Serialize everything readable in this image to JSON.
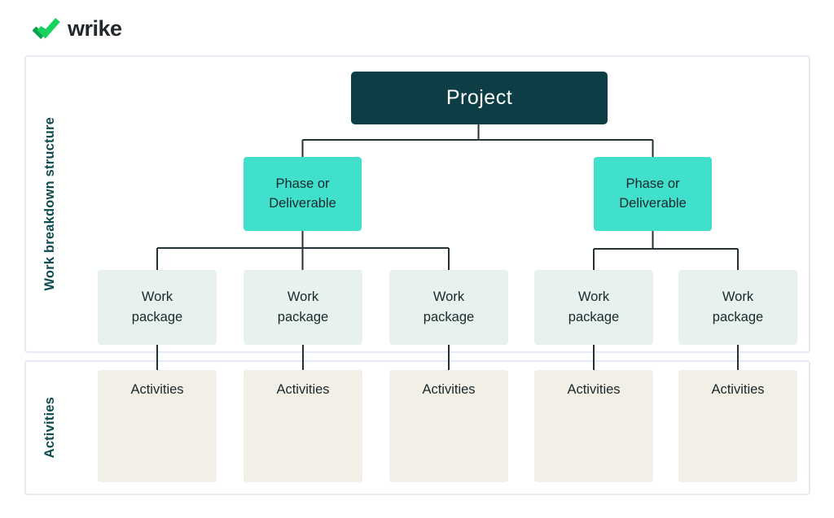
{
  "brand": {
    "name": "wrike"
  },
  "sections": {
    "wbs_label": "Work breakdown structure",
    "activities_label": "Activities"
  },
  "nodes": {
    "project": "Project",
    "phases": [
      "Phase or Deliverable",
      "Phase or Deliverable"
    ],
    "work_packages": [
      "Work package",
      "Work package",
      "Work package",
      "Work package",
      "Work package"
    ],
    "activities": [
      "Activities",
      "Activities",
      "Activities",
      "Activities",
      "Activities"
    ]
  },
  "icons": {
    "logo_mark": "wrike-double-check-icon"
  },
  "colors": {
    "project_box": "#0e3e45",
    "phase_box": "#40e0cd",
    "work_package_box": "#e7f1ee",
    "activities_box": "#f2efe7",
    "connector": "#233335",
    "panel_border": "#e9e9f5",
    "side_label": "#0f4b52",
    "node_text": "#1a282b",
    "project_text": "#ffffff",
    "brand_text": "#23282c",
    "brand_check_bright": "#15d35d",
    "brand_check_dark": "#0aa24d"
  }
}
